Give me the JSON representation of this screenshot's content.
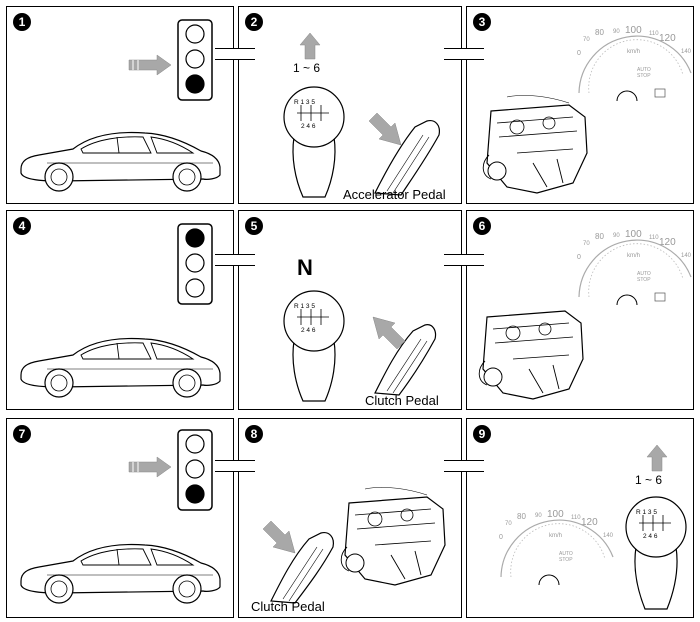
{
  "panels": [
    {
      "number": "1"
    },
    {
      "number": "2",
      "range": "1 ~ 6",
      "caption": "Accelerator Pedal"
    },
    {
      "number": "3"
    },
    {
      "number": "4"
    },
    {
      "number": "5",
      "gear_label": "N",
      "caption": "Clutch Pedal"
    },
    {
      "number": "6"
    },
    {
      "number": "7"
    },
    {
      "number": "8",
      "caption": "Clutch Pedal"
    },
    {
      "number": "9",
      "range": "1 ~ 6"
    }
  ],
  "shifter": {
    "row1": [
      "R",
      "1",
      "3",
      "5"
    ],
    "row2": [
      "2",
      "4",
      "6"
    ]
  },
  "gauge": {
    "ticks": [
      "0",
      "70",
      "80",
      "90",
      "100",
      "110",
      "120",
      "140"
    ],
    "unit": "km/h",
    "badge": [
      "AUTO",
      "STOP"
    ]
  },
  "colors": {
    "arrow": "#a8a8a8",
    "line": "#000000",
    "light_on": "#000000"
  }
}
